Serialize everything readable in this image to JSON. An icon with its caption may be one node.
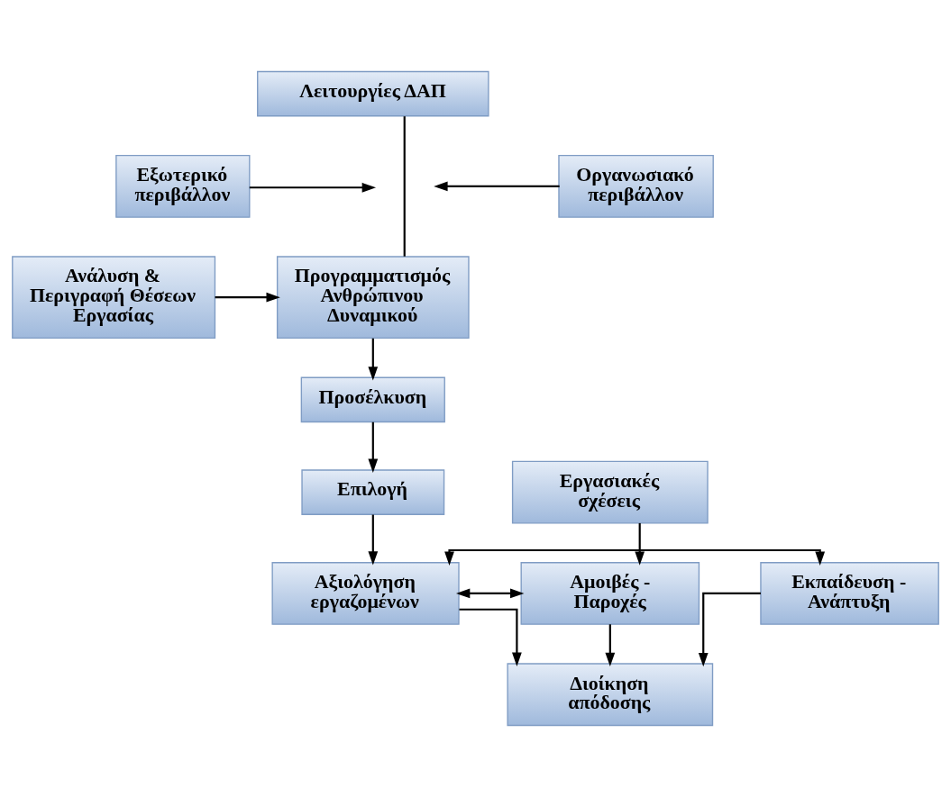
{
  "diagram": {
    "nodes": [
      {
        "text": [
          "Λειτουργίες ΔΑΠ"
        ]
      },
      {
        "text": [
          "Εξωτερικό περιβάλλον"
        ]
      },
      {
        "text": [
          "Οργανωσιακό περιβάλλον"
        ]
      },
      {
        "text": [
          "Προγραμματισμός Ανθρώπινου Δυναμικού"
        ]
      },
      {
        "text": [
          "Ανάλυση & Περιγραφή Θέσεων Εργασίας"
        ]
      },
      {
        "text": [
          "Προσέλκυση"
        ]
      },
      {
        "text": [
          "Εργασιακές σχέσεις"
        ]
      },
      {
        "text": [
          "Επιλογή"
        ]
      },
      {
        "text": [
          "Εκπαίδευση - Ανάπτυξη"
        ]
      },
      {
        "text": [
          "Αξιολόγηση εργαζομένων"
        ]
      },
      {
        "text": [
          "Αμοιβές - Παροχές"
        ]
      },
      {
        "text": [
          "Διοίκηση απόδοσης"
        ]
      }
    ],
    "edges": [
      {
        "from": 0,
        "to": 3,
        "arrow": "none"
      },
      {
        "from": 1,
        "to": null,
        "arrow": "to"
      },
      {
        "from": 2,
        "to": null,
        "arrow": "to"
      },
      {
        "from": 4,
        "to": 3,
        "arrow": "to"
      },
      {
        "from": 3,
        "to": 5,
        "arrow": "to"
      },
      {
        "from": 5,
        "to": 7,
        "arrow": "to"
      },
      {
        "from": 7,
        "to": 9,
        "arrow": "to"
      },
      {
        "from": 6,
        "to": 10,
        "arrow": "to"
      },
      {
        "from": 9,
        "to": 8,
        "arrow": "both"
      },
      {
        "from": 9,
        "to": 10,
        "arrow": "both"
      },
      {
        "from": 9,
        "to": 11,
        "arrow": "to"
      },
      {
        "from": 8,
        "to": 11,
        "arrow": "to"
      },
      {
        "from": 10,
        "to": 11,
        "arrow": "to"
      }
    ]
  }
}
